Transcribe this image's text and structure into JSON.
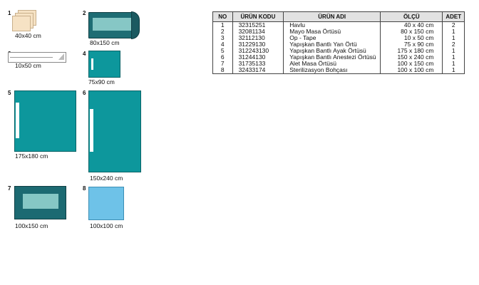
{
  "items": [
    {
      "no": "1",
      "size": "40x40 cm"
    },
    {
      "no": "2",
      "size": "80x150 cm"
    },
    {
      "no": "3",
      "size": "10x50 cm"
    },
    {
      "no": "4",
      "size": "75x90 cm"
    },
    {
      "no": "5",
      "size": "175x180 cm"
    },
    {
      "no": "6",
      "size": "150x240 cm"
    },
    {
      "no": "7",
      "size": "100x150 cm"
    },
    {
      "no": "8",
      "size": "100x100 cm"
    }
  ],
  "table": {
    "headers": {
      "no": "NO",
      "code": "ÜRÜN KODU",
      "name": "ÜRÜN ADI",
      "size": "ÖLÇÜ",
      "qty": "ADET"
    },
    "rows": [
      {
        "no": "1",
        "code": "32315251",
        "name": "Havlu",
        "size": "40 x 40 cm",
        "qty": "2"
      },
      {
        "no": "2",
        "code": "32081134",
        "name": "Mayo Masa Örtüsü",
        "size": "80 x 150 cm",
        "qty": "1"
      },
      {
        "no": "3",
        "code": "32112130",
        "name": "Op - Tape",
        "size": "10 x 50 cm",
        "qty": "1"
      },
      {
        "no": "4",
        "code": "31229130",
        "name": "Yapışkan Bantlı Yan Örtü",
        "size": "75 x 90 cm",
        "qty": "2"
      },
      {
        "no": "5",
        "code": "312243130",
        "name": "Yapışkan Bantlı Ayak Örtüsü",
        "size": "175 x 180 cm",
        "qty": "1"
      },
      {
        "no": "6",
        "code": "31244130",
        "name": "Yapışkan Bantlı Anestezi Örtüsü",
        "size": "150 x 240 cm",
        "qty": "1"
      },
      {
        "no": "7",
        "code": "31735133",
        "name": "Alet Masa Örtüsü",
        "size": "100 x 150 cm",
        "qty": "1"
      },
      {
        "no": "8",
        "code": "32433174",
        "name": "Sterilizasyon Bohçası",
        "size": "100 x 100 cm",
        "qty": "1"
      }
    ]
  },
  "colors": {
    "drape": "#0d979c",
    "dark_drape": "#1c6a72",
    "light_panel": "#86c7c5",
    "wrap": "#6ec2e8",
    "towel": "#f6e2c4",
    "header_bg": "#e2e2e2"
  }
}
